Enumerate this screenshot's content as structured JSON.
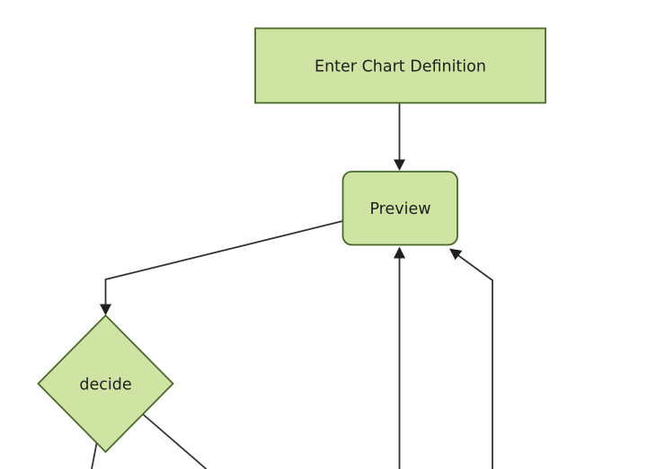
{
  "diagram": {
    "type": "flowchart",
    "orientation": "top-down",
    "background_color": "#ffffff",
    "colors": {
      "node_fill": "#cfe3a2",
      "node_stroke": "#48682c",
      "edge_color": "#333333",
      "arrowhead_color": "#1f1f1f",
      "label_color": "#1f1f1f"
    },
    "nodes": [
      {
        "id": "enter-chart-definition",
        "shape": "rectangle",
        "label": "Enter Chart Definition"
      },
      {
        "id": "preview",
        "shape": "rounded-rectangle",
        "label": "Preview"
      },
      {
        "id": "decide",
        "shape": "diamond",
        "label": "decide"
      }
    ],
    "edges": [
      {
        "from": "enter-chart-definition",
        "to": "preview",
        "arrow": true
      },
      {
        "from": "preview",
        "to": "decide",
        "arrow": true
      },
      {
        "from": "offscreen-bottom-center",
        "to": "preview",
        "arrow": true
      },
      {
        "from": "offscreen-bottom-right",
        "to": "preview",
        "arrow": true
      },
      {
        "from": "decide",
        "to": "offscreen-bottom-left",
        "arrow": false
      },
      {
        "from": "decide",
        "to": "offscreen-bottom-right",
        "arrow": false
      }
    ]
  }
}
